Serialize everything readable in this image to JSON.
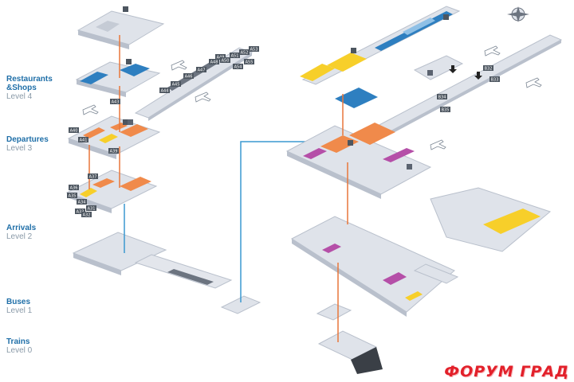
{
  "levels": [
    {
      "name": "Restaurants",
      "name2": "&Shops",
      "sub": "Level 4"
    },
    {
      "name": "Departures",
      "sub": "Level 3"
    },
    {
      "name": "Arrivals",
      "sub": "Level 2"
    },
    {
      "name": "Buses",
      "sub": "Level 1"
    },
    {
      "name": "Trains",
      "sub": "Level 0"
    }
  ],
  "gates": [
    "A49",
    "A48",
    "A47",
    "A46",
    "A45",
    "A44",
    "A43",
    "A40",
    "A41",
    "A39",
    "A37",
    "A36",
    "A35",
    "A34",
    "A33",
    "A32",
    "A31",
    "A50",
    "A51",
    "A52",
    "A53",
    "A54",
    "A55",
    "B32",
    "B33",
    "B34",
    "B35"
  ],
  "watermark": "ФОРУМ ГРАД",
  "colors": {
    "floor": "#dfe3ea",
    "wall": "#b9c0cc",
    "shop": "#f08a4b",
    "retail": "#f7cf2a",
    "lounge": "#2e7fc0",
    "service": "#b54fa8",
    "connector": "#3a98d0",
    "vertical": "#e8763a",
    "label_blue": "#1f6fa8",
    "label_grey": "#8a9aa8",
    "watermark": "#e2202a"
  },
  "icons": [
    "airplane-icon",
    "compass-rose-icon",
    "elevator-icon",
    "restroom-icon",
    "info-icon",
    "arrow-down-icon"
  ]
}
